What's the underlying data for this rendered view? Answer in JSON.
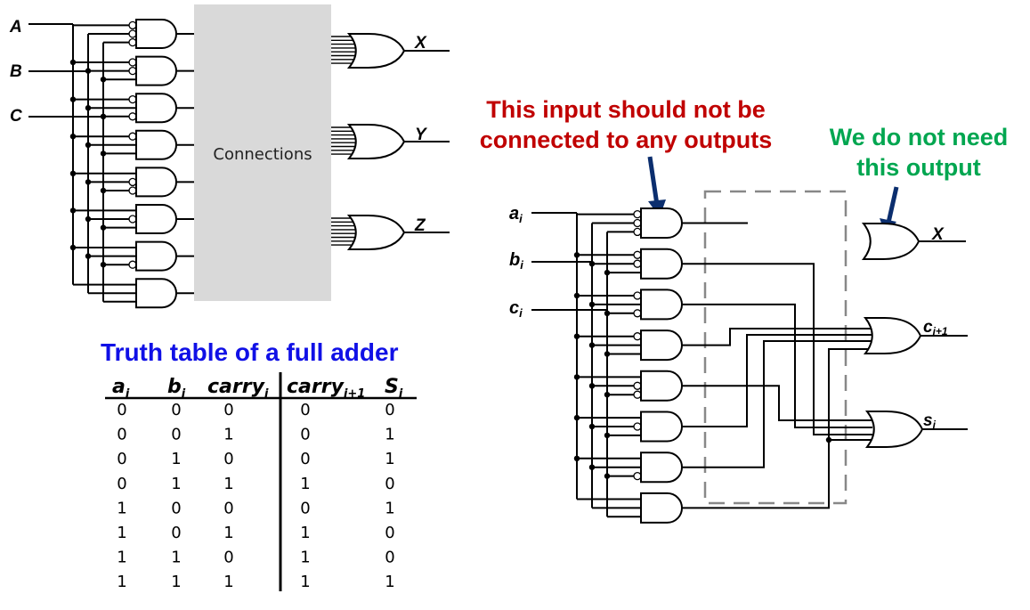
{
  "left_circuit": {
    "inputs": [
      "A",
      "B",
      "C"
    ],
    "outputs": [
      "X",
      "Y",
      "Z"
    ],
    "connections_label": "Connections",
    "and_gate_inverted_inputs": [
      [
        true,
        true,
        true
      ],
      [
        true,
        true,
        false
      ],
      [
        true,
        false,
        true
      ],
      [
        true,
        false,
        false
      ],
      [
        false,
        true,
        true
      ],
      [
        false,
        true,
        false
      ],
      [
        false,
        false,
        true
      ],
      [
        false,
        false,
        false
      ]
    ]
  },
  "truth_table": {
    "title": "Truth table of a full adder",
    "headers": [
      {
        "base": "a",
        "sub": "i"
      },
      {
        "base": "b",
        "sub": "i"
      },
      {
        "base": "carry",
        "sub": "i"
      },
      {
        "base": "carry",
        "sub": "i+1"
      },
      {
        "base": "S",
        "sub": "i"
      }
    ],
    "rows": [
      [
        "0",
        "0",
        "0",
        "0",
        "0"
      ],
      [
        "0",
        "0",
        "1",
        "0",
        "1"
      ],
      [
        "0",
        "1",
        "0",
        "0",
        "1"
      ],
      [
        "0",
        "1",
        "1",
        "1",
        "0"
      ],
      [
        "1",
        "0",
        "0",
        "0",
        "1"
      ],
      [
        "1",
        "0",
        "1",
        "1",
        "0"
      ],
      [
        "1",
        "1",
        "0",
        "1",
        "0"
      ],
      [
        "1",
        "1",
        "1",
        "1",
        "1"
      ]
    ]
  },
  "right_circuit": {
    "inputs": [
      {
        "base": "a",
        "sub": "i"
      },
      {
        "base": "b",
        "sub": "i"
      },
      {
        "base": "c",
        "sub": "i"
      }
    ],
    "outputs": [
      {
        "base": "X",
        "sub": ""
      },
      {
        "base": "c",
        "sub": "i+1"
      },
      {
        "base": "s",
        "sub": "i"
      }
    ]
  },
  "annotations": {
    "red_note_line1": "This input should not be",
    "red_note_line2": "connected to any outputs",
    "green_note_line1": "We do not need",
    "green_note_line2": "this output"
  },
  "colors": {
    "title_blue": "#1010e6",
    "note_red": "#c00000",
    "note_green": "#00a650",
    "arrow_navy": "#0b2e6e",
    "connections_box": "#d9d9d9",
    "dashed_box": "#888888"
  }
}
